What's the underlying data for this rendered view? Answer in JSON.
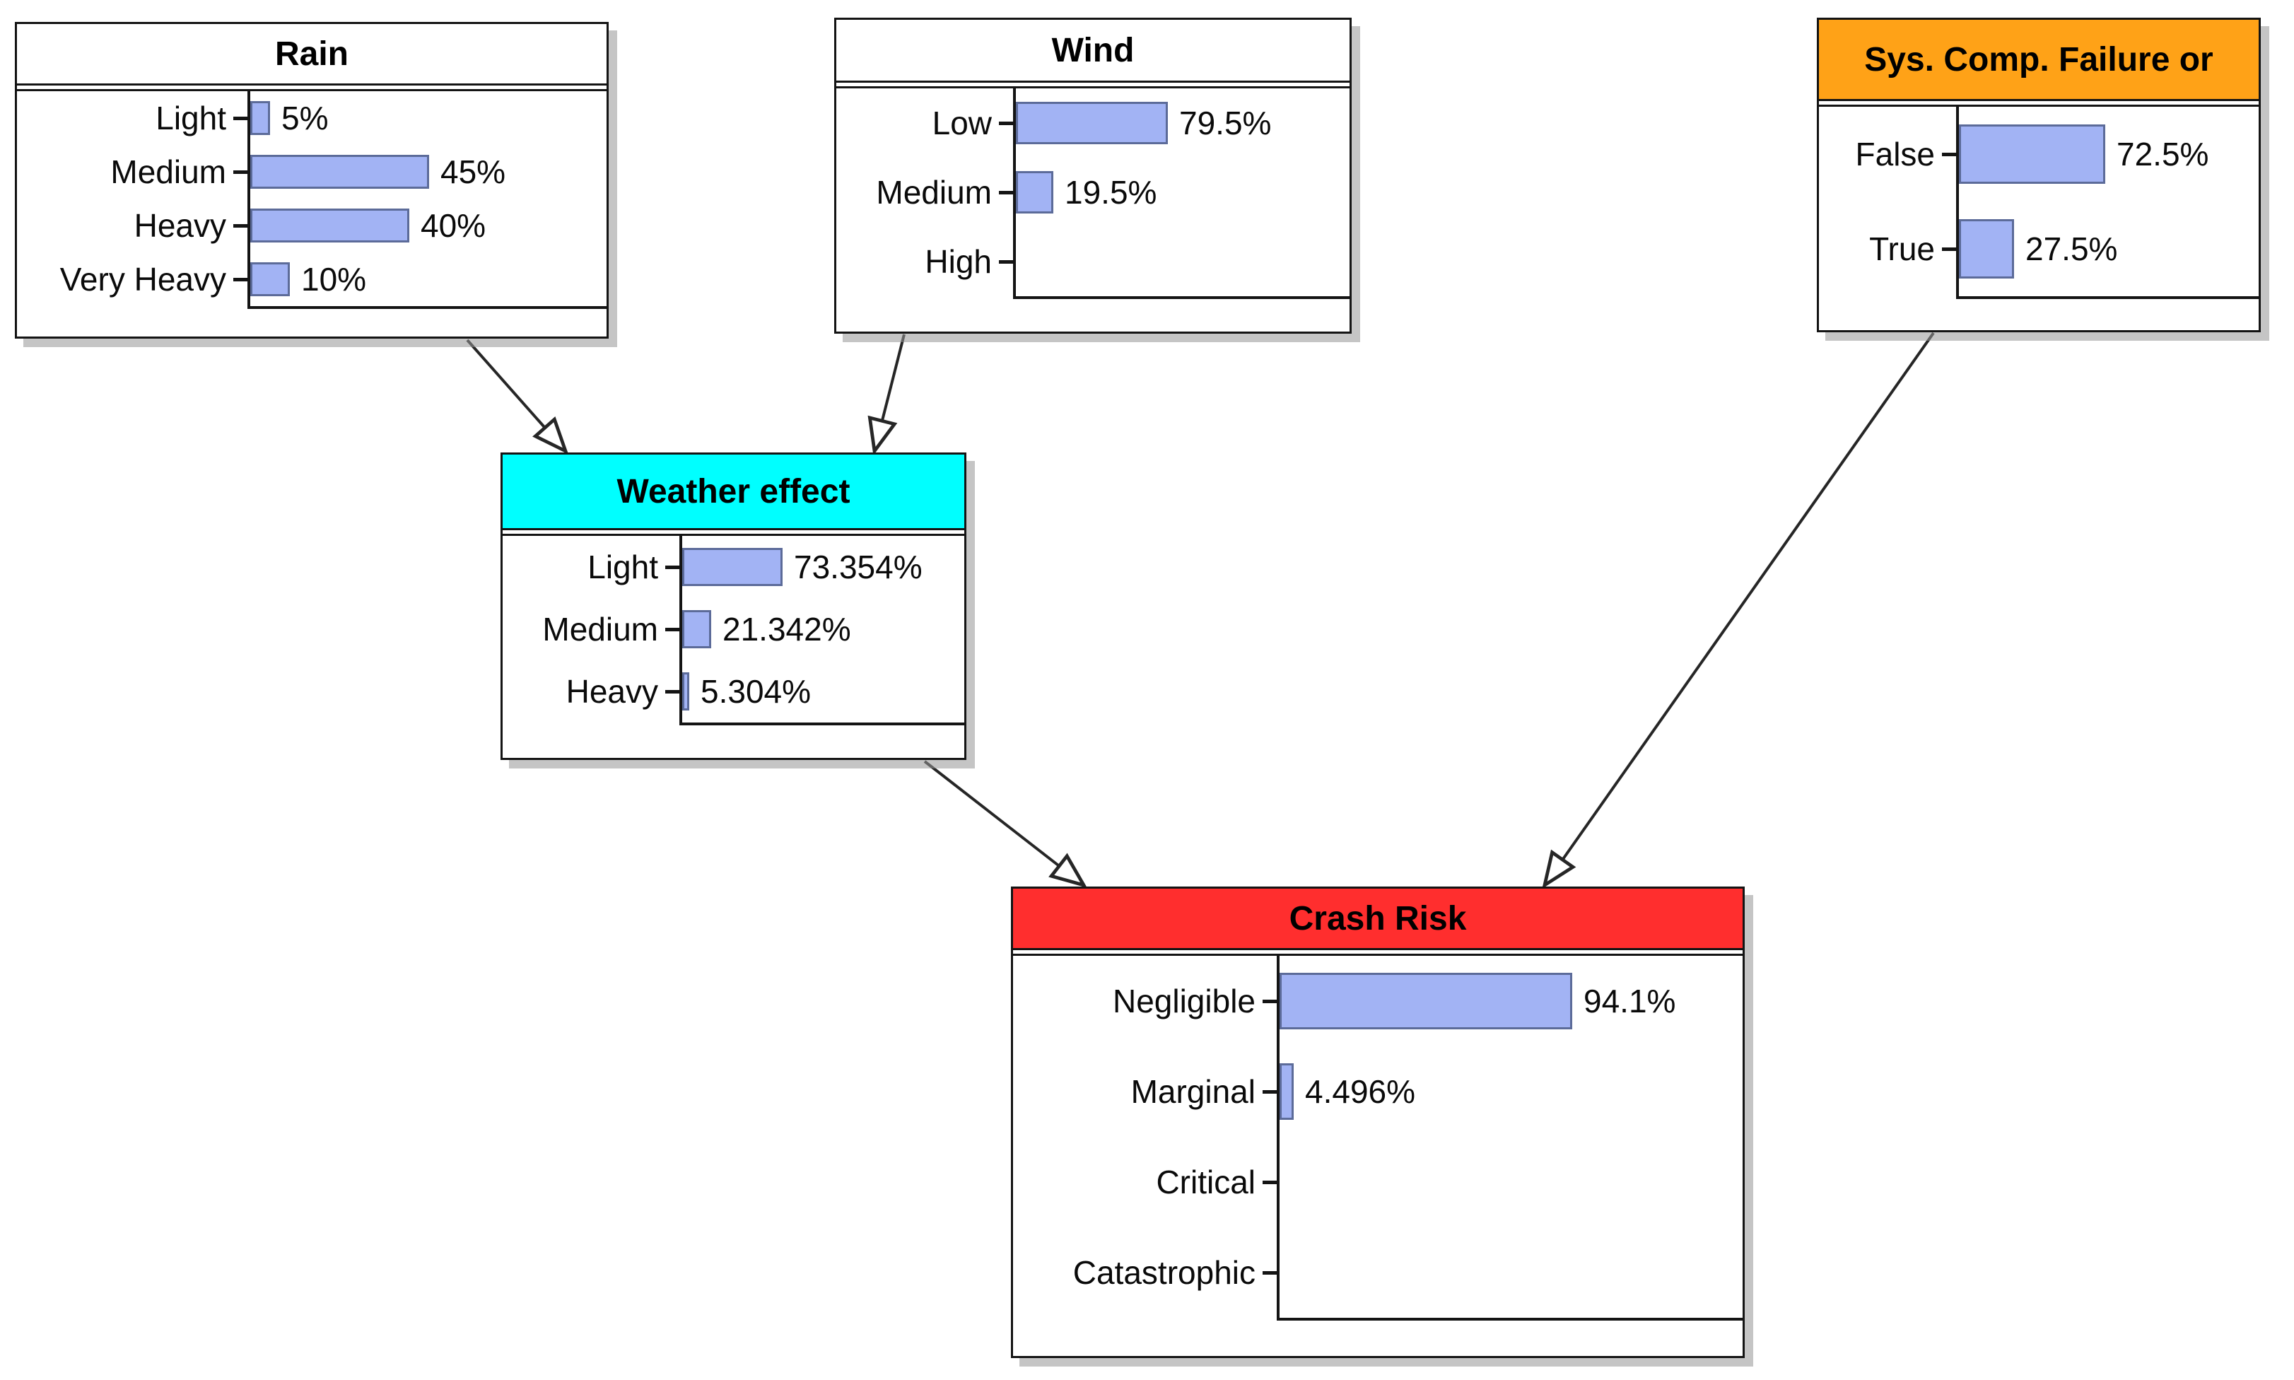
{
  "network": {
    "bar_color": "#A2B3F4",
    "edge_color": "#262626",
    "nodes": [
      {
        "id": "rain",
        "title": "Rain",
        "header_color": "#FFFFFF",
        "states": [
          {
            "label": "Light",
            "value": 5,
            "pct": "5%"
          },
          {
            "label": "Medium",
            "value": 45,
            "pct": "45%"
          },
          {
            "label": "Heavy",
            "value": 40,
            "pct": "40%"
          },
          {
            "label": "Very Heavy",
            "value": 10,
            "pct": "10%"
          }
        ]
      },
      {
        "id": "wind",
        "title": "Wind",
        "header_color": "#FFFFFF",
        "states": [
          {
            "label": "Low",
            "value": 79.5,
            "pct": "79.5%"
          },
          {
            "label": "Medium",
            "value": 19.5,
            "pct": "19.5%"
          },
          {
            "label": "High"
          }
        ]
      },
      {
        "id": "sys-comp-failure",
        "title": "Sys. Comp. Failure or",
        "header_color": "#FFA217",
        "states": [
          {
            "label": "False",
            "value": 72.5,
            "pct": "72.5%"
          },
          {
            "label": "True",
            "value": 27.5,
            "pct": "27.5%"
          }
        ]
      },
      {
        "id": "weather-effect",
        "title": "Weather effect",
        "header_color": "#00FFFF",
        "states": [
          {
            "label": "Light",
            "value": 73.354,
            "pct": "73.354%"
          },
          {
            "label": "Medium",
            "value": 21.342,
            "pct": "21.342%"
          },
          {
            "label": "Heavy",
            "value": 5.304,
            "pct": "5.304%"
          }
        ]
      },
      {
        "id": "crash-risk",
        "title": "Crash Risk",
        "header_color": "#FF2E2E",
        "states": [
          {
            "label": "Negligible",
            "value": 94.1,
            "pct": "94.1%"
          },
          {
            "label": "Marginal",
            "value": 4.496,
            "pct": "4.496%"
          },
          {
            "label": "Critical"
          },
          {
            "label": "Catastrophic"
          }
        ]
      }
    ],
    "edges": [
      {
        "from": "rain",
        "to": "weather-effect"
      },
      {
        "from": "wind",
        "to": "weather-effect"
      },
      {
        "from": "weather-effect",
        "to": "crash-risk"
      },
      {
        "from": "sys-comp-failure",
        "to": "crash-risk"
      }
    ]
  }
}
